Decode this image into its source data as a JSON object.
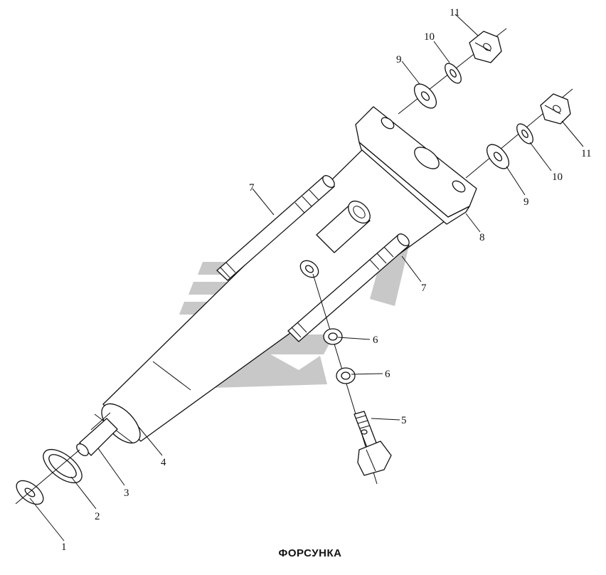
{
  "title": "ФОРСУНКА",
  "callouts": [
    "1",
    "2",
    "3",
    "4",
    "5",
    "6",
    "6",
    "7",
    "7",
    "8",
    "9",
    "9",
    "10",
    "10",
    "11",
    "11"
  ],
  "colors": {
    "line": "#111111",
    "watermark": "#c8c8c8",
    "background": "#ffffff"
  }
}
